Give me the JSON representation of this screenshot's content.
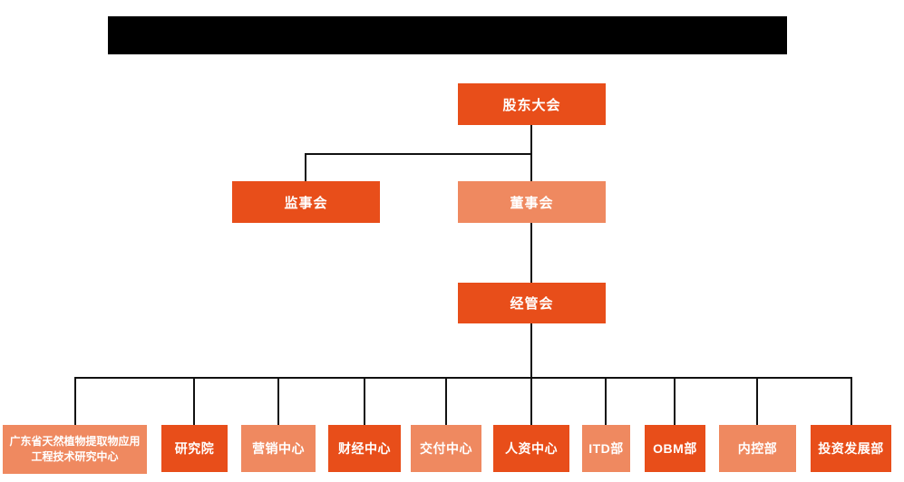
{
  "colors": {
    "dark": "#E84E1A",
    "light": "#EF8960",
    "line": "#111111",
    "redacted": "#000000",
    "node_text": "#FFFFFF",
    "background": "#FFFFFF"
  },
  "header": {
    "redacted_bar": true,
    "visible_text": ""
  },
  "org": {
    "level1": [
      {
        "label": "股东大会",
        "variant": "dark"
      }
    ],
    "level2": [
      {
        "label": "监事会",
        "variant": "dark"
      },
      {
        "label": "董事会",
        "variant": "light"
      }
    ],
    "level3": [
      {
        "label": "经管会",
        "variant": "dark"
      }
    ],
    "level4": [
      {
        "label": "广东省天然植物提取物应用工程技术研究中心",
        "variant": "light"
      },
      {
        "label": "研究院",
        "variant": "dark"
      },
      {
        "label": "营销中心",
        "variant": "light"
      },
      {
        "label": "财经中心",
        "variant": "dark"
      },
      {
        "label": "交付中心",
        "variant": "light"
      },
      {
        "label": "人资中心",
        "variant": "dark"
      },
      {
        "label": "ITD部",
        "variant": "light"
      },
      {
        "label": "OBM部",
        "variant": "dark"
      },
      {
        "label": "内控部",
        "variant": "light"
      },
      {
        "label": "投资发展部",
        "variant": "dark"
      }
    ]
  }
}
